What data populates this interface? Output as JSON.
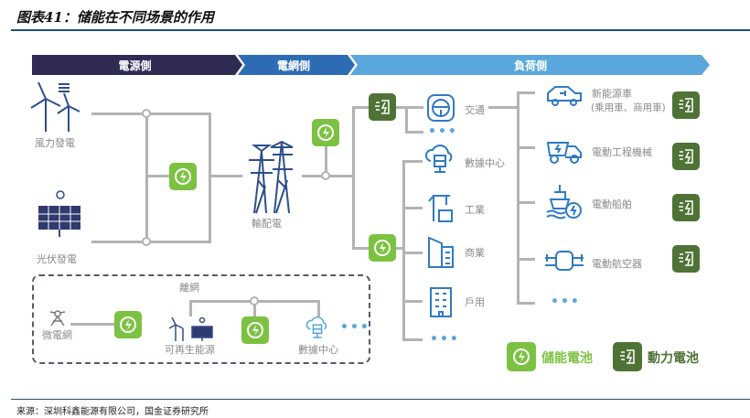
{
  "title": "图表41：储能在不同场景的作用",
  "banner": {
    "source_side": "電源側",
    "grid_side": "電網側",
    "load_side": "負荷側"
  },
  "sources": {
    "wind": "風力發電",
    "solar": "光伏發電"
  },
  "grid": {
    "transmission": "輸配電"
  },
  "load": {
    "traffic": "交通",
    "data_center": "數據中心",
    "industry": "工業",
    "commerce": "商業",
    "household": "戶用",
    "ev_line1": "新能源車",
    "ev_line2": "(乘用車、商用車)",
    "machinery": "電動工程機械",
    "ship": "電動船舶",
    "aircraft": "電動航空器",
    "ellipsis": "•••"
  },
  "offgrid": {
    "label": "離網",
    "microgrid": "微電網",
    "renewable": "可再生能源",
    "data_center": "數據中心",
    "ellipsis": "•••"
  },
  "legend": {
    "storage": "儲能電池",
    "power": "動力電池"
  },
  "source": "来源：深圳科鑫能源有限公司，国金证券研究所",
  "colors": {
    "navy": "#2f2c54",
    "blue": "#2e6bb5",
    "lightblue": "#5aa7dd",
    "green": "#7cc242",
    "darkgreen": "#4f7336"
  }
}
